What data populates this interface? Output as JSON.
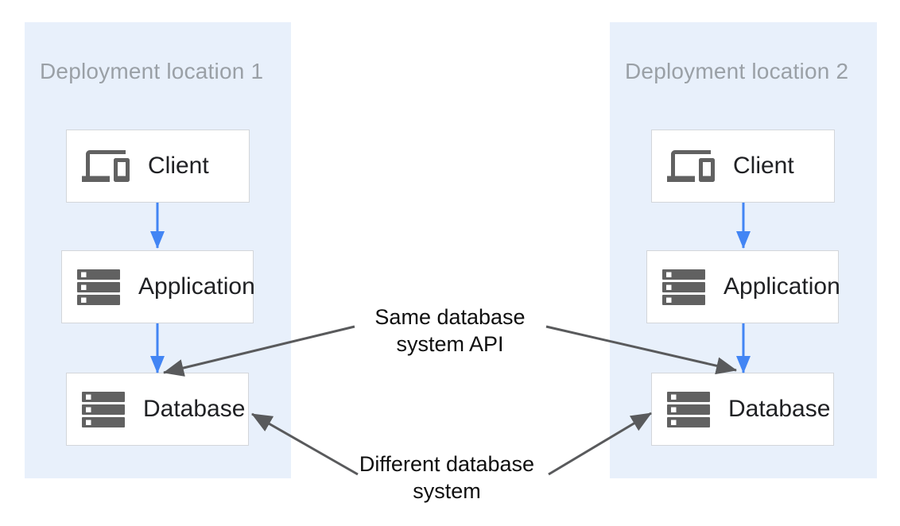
{
  "diagram": {
    "panels": [
      {
        "title": "Deployment location 1",
        "nodes": [
          {
            "label": "Client",
            "icon": "devices-icon"
          },
          {
            "label": "Application",
            "icon": "server-icon"
          },
          {
            "label": "Database",
            "icon": "server-icon"
          }
        ]
      },
      {
        "title": "Deployment location 2",
        "nodes": [
          {
            "label": "Client",
            "icon": "devices-icon"
          },
          {
            "label": "Application",
            "icon": "server-icon"
          },
          {
            "label": "Database",
            "icon": "server-icon"
          }
        ]
      }
    ],
    "annotations": [
      {
        "line1": "Same database",
        "line2": "system API"
      },
      {
        "line1": "Different database",
        "line2": "system"
      }
    ],
    "colors": {
      "panel_background": "#e8f0fb",
      "flow_arrow_blue": "#4285f4",
      "annotation_arrow_gray": "#595a5c",
      "icon_gray": "#616161",
      "panel_title_gray": "#9aa0a6",
      "node_border": "#d3d6da",
      "node_label": "#202124"
    }
  }
}
